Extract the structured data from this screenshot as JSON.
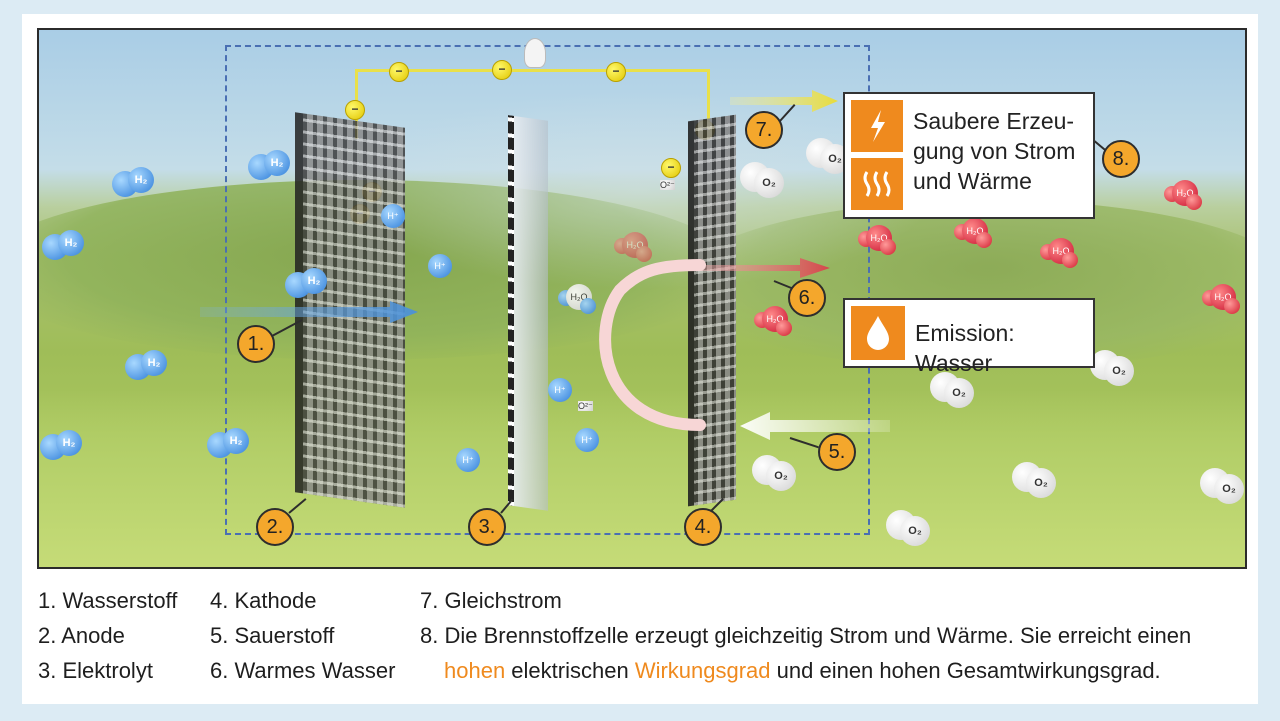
{
  "diagram": {
    "markers": {
      "m1": "1.",
      "m2": "2.",
      "m3": "3.",
      "m4": "4.",
      "m5": "5.",
      "m6": "6.",
      "m7": "7.",
      "m8": "8."
    },
    "electron_symbol": "−",
    "molecule_labels": {
      "hydrogen": "H₂",
      "oxygen": "O₂",
      "water": "H₂O",
      "proton": "H⁺",
      "oxygen_ion": "O²⁻"
    },
    "infobox_top": {
      "line1": "Saubere Erzeu-",
      "line2": "gung von Strom",
      "line3": "und Wärme",
      "icons": [
        "lightning-icon",
        "heat-waves-icon"
      ]
    },
    "infobox_bottom": {
      "text": "Emission: Wasser",
      "icon": "water-drop-icon"
    },
    "colors": {
      "accent": "#ef8a1e",
      "hydrogen": "#2f7ed8",
      "water": "#c8102e",
      "wire": "#e9e04a",
      "dashes": "#4a6fb3"
    }
  },
  "legend": {
    "col1": [
      "1. Wasserstoff",
      "2. Anode",
      "3. Elektrolyt"
    ],
    "col2": [
      "4. Kathode",
      "5. Sauerstoff",
      "6. Warmes Wasser"
    ],
    "col3_line1": "7. Gleichstrom",
    "col3_line2": "8. Die Brennstoffzelle erzeugt gleichzeitig Strom und Wärme. Sie erreicht einen",
    "col3_line3_hl1": "hohen",
    "col3_line3_mid": " elektrischen ",
    "col3_line3_hl2": "Wirkungsgrad",
    "col3_line3_end": " und einen hohen Gesamtwirkungsgrad."
  }
}
